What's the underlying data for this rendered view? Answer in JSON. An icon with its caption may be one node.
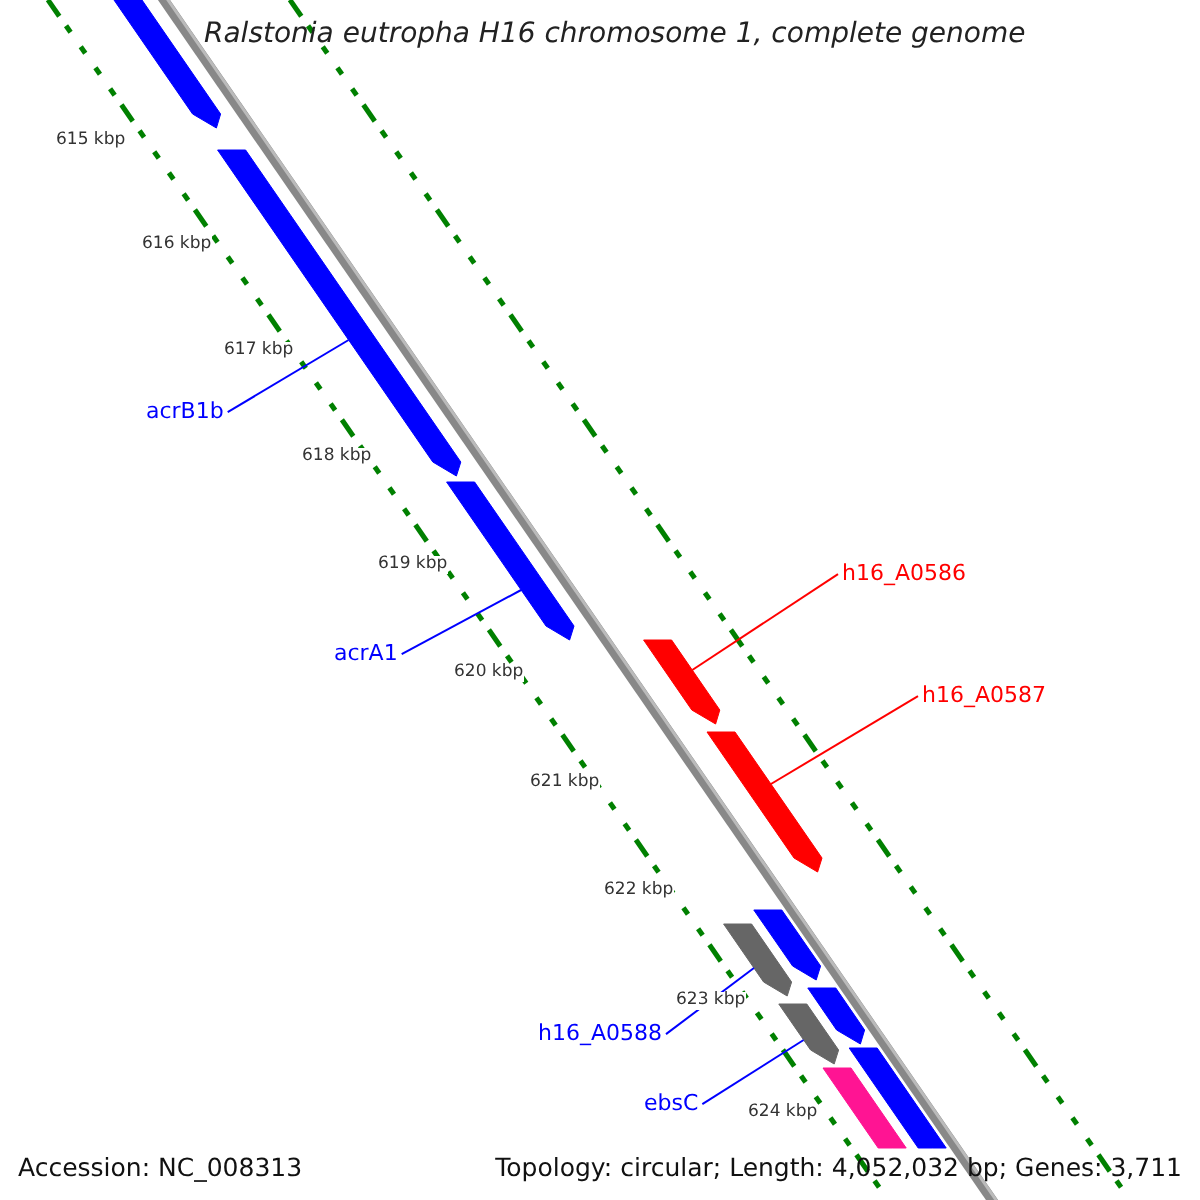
{
  "diagram": {
    "title": "Ralstonia eutropha H16 chromosome 1, complete genome",
    "nodes": [
      {
        "text": [],
        "shape": "bar"
      },
      {
        "text": [
          "acrB1b"
        ]
      },
      {
        "text": [],
        "shape": "bar"
      },
      {
        "text": [
          "acrA1"
        ]
      },
      {
        "text": [],
        "shape": "bar"
      },
      {
        "text": [
          "h16_A0586"
        ]
      },
      {
        "text": [],
        "shape": "bar"
      },
      {
        "text": [
          "h16_A0587"
        ]
      },
      {
        "text": [],
        "shape": "bar"
      },
      {
        "text": [],
        "shape": "bar"
      },
      {
        "text": [],
        "shape": "bar"
      },
      {
        "text": [
          "h16_A0588"
        ]
      },
      {
        "text": [],
        "shape": "bar"
      },
      {
        "text": [],
        "shape": "bar"
      },
      {
        "text": [
          "ebsC"
        ]
      },
      {
        "text": [],
        "shape": "bar"
      },
      {
        "text": [],
        "shape": "bar"
      }
    ],
    "edges": [
      {
        "from": 1,
        "to": 2,
        "arrow": "none",
        "color": "#0000ff"
      },
      {
        "from": 3,
        "to": 4,
        "arrow": "none",
        "color": "#0000ff"
      },
      {
        "from": 5,
        "to": 6,
        "arrow": "none",
        "color": "#ff0000"
      },
      {
        "from": 7,
        "to": 8,
        "arrow": "none",
        "color": "#ff0000"
      },
      {
        "from": 11,
        "to": 10,
        "arrow": "none",
        "color": "#0000ff"
      },
      {
        "from": 14,
        "to": 13,
        "arrow": "none",
        "color": "#0000ff"
      }
    ],
    "labels": [
      "615 kbp",
      "616 kbp",
      "617 kbp",
      "618 kbp",
      "619 kbp",
      "620 kbp",
      "621 kbp",
      "622 kbp",
      "623 kbp",
      "624 kbp",
      "Accession: NC_008313",
      "Topology: circular; Length: 4,052,032 bp; Genes: 3,711"
    ]
  }
}
